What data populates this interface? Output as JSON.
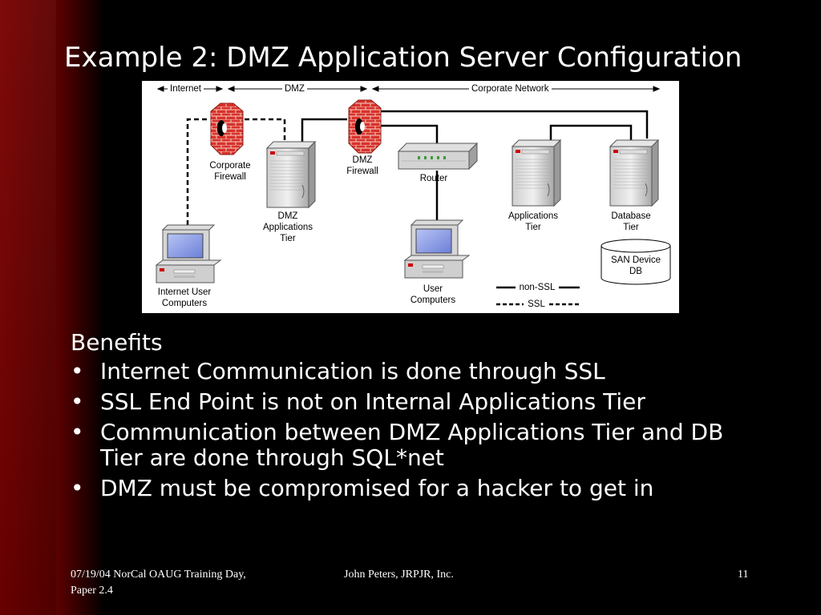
{
  "slide": {
    "title": "Example 2: DMZ Application Server Configuration"
  },
  "diagram": {
    "zones": [
      "Internet",
      "DMZ",
      "Corporate Network"
    ],
    "nodes": {
      "corporate_firewall": "Corporate\nFirewall",
      "dmz_app_tier": "DMZ\nApplications\nTier",
      "dmz_firewall": "DMZ\nFirewall",
      "router": "Router",
      "apps_tier": "Applications\nTier",
      "db_tier": "Database\nTier",
      "san": "SAN Device\nDB",
      "internet_users": "Internet User\nComputers",
      "user_computers": "User\nComputers"
    },
    "legend": {
      "non_ssl": "non-SSL",
      "ssl": "SSL"
    }
  },
  "benefits": {
    "heading": "Benefits",
    "bullet_char": "•",
    "items": [
      "Internet Communication is done through SSL",
      "SSL End Point is not on Internal Applications Tier",
      "Communication between DMZ Applications Tier and DB Tier are done through SQL*net",
      "DMZ must be compromised for a hacker to get in"
    ]
  },
  "footer": {
    "left": "07/19/04  NorCal OAUG Training Day, Paper 2.4",
    "center": "John Peters, JRPJR, Inc.",
    "page": "11"
  }
}
